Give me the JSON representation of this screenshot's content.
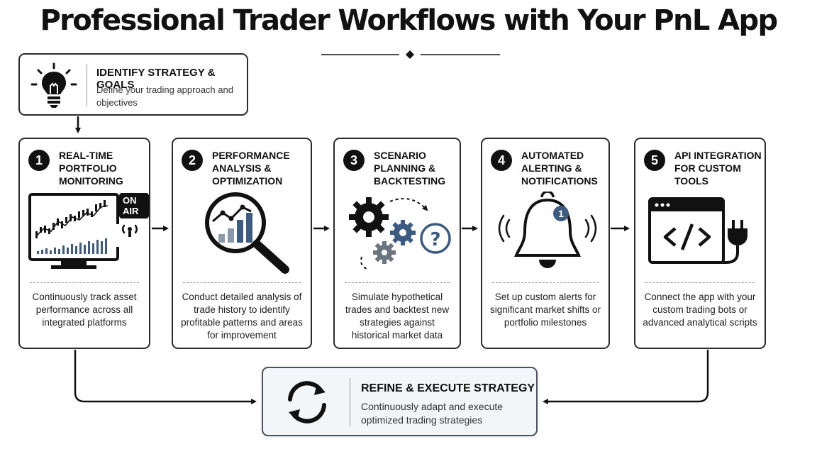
{
  "title": "Professional Trader Workflows with Your PnL App",
  "top_step": {
    "icon": "lightbulb-icon",
    "heading": "IDENTIFY STRATEGY & GOALS",
    "description": "Define your trading approach and objectives"
  },
  "steps": [
    {
      "number": "1",
      "heading": "REAL-TIME PORTFOLIO MONITORING",
      "icon": "monitor-chart-icon",
      "badge_label": "ON AIR",
      "description": "Continuously track asset performance across all integrated platforms"
    },
    {
      "number": "2",
      "heading": "PERFORMANCE ANALYSIS & OPTIMIZATION",
      "icon": "magnifier-chart-icon",
      "description": "Conduct detailed analysis of trade history to identify profitable patterns and areas for improvement"
    },
    {
      "number": "3",
      "heading": "SCENARIO PLANNING & BACKTESTING",
      "icon": "gears-question-icon",
      "description": "Simulate hypothetical trades and backtest new strategies against historical market data"
    },
    {
      "number": "4",
      "heading": "AUTOMATED ALERTING & NOTIFICATIONS",
      "icon": "bell-icon",
      "badge_label": "1",
      "description": "Set up custom alerts for significant market shifts or portfolio milestones"
    },
    {
      "number": "5",
      "heading": "API INTEGRATION FOR CUSTOM TOOLS",
      "icon": "code-plug-icon",
      "description": "Connect the app with your custom trading bots or advanced analytical scripts"
    }
  ],
  "bottom_step": {
    "icon": "refresh-cycle-icon",
    "heading": "REFINE & EXECUTE STRATEGY",
    "description": "Continuously adapt and execute optimized trading strategies"
  },
  "colors": {
    "ink": "#111111",
    "accent": "#3d5a80",
    "gear_gray": "#6b7580"
  }
}
